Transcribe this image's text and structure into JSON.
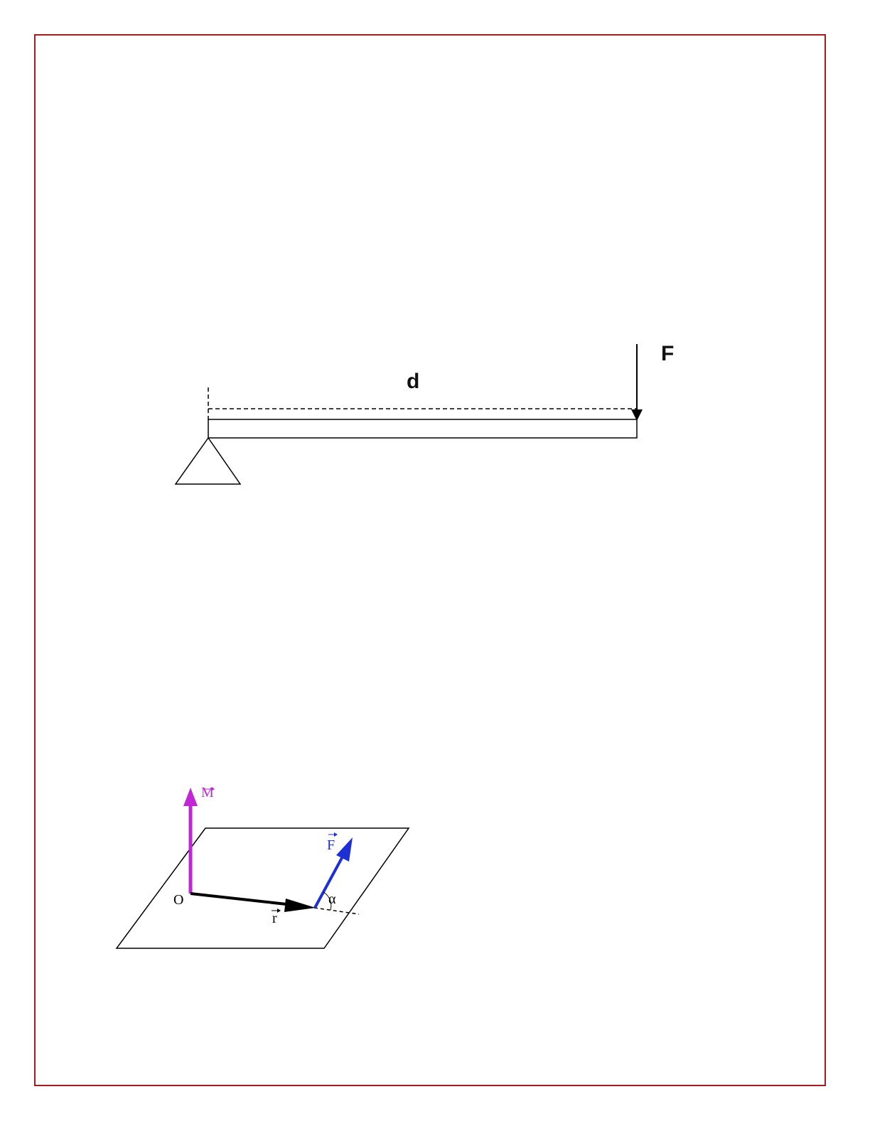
{
  "beam_diagram": {
    "distance_label": "d",
    "force_label": "F"
  },
  "moment_diagram": {
    "moment_label": "M",
    "force_label": "F",
    "position_label": "r",
    "origin_label": "O",
    "angle_label": "α"
  },
  "colors": {
    "frame": "#a51c1c",
    "moment_vector": "#c026d3",
    "force_vector": "#1d2fd6",
    "position_vector": "#000000"
  }
}
